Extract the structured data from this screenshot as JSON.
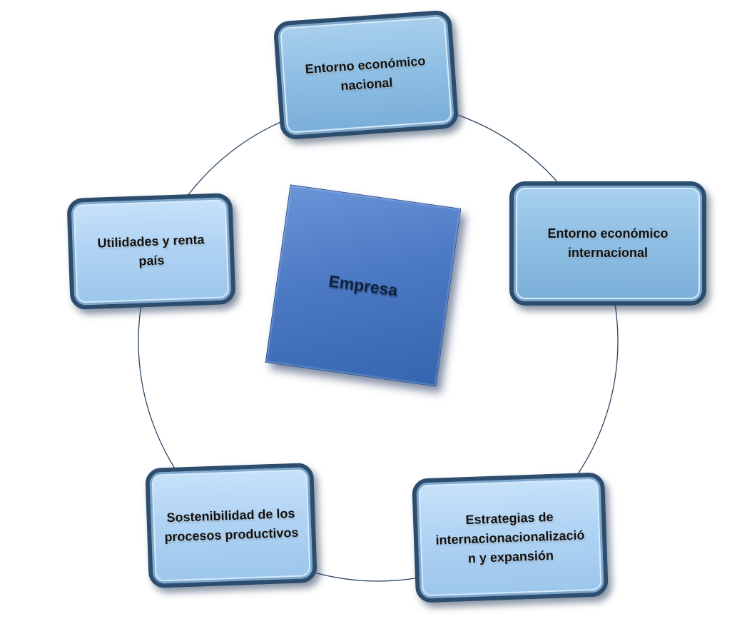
{
  "diagram": {
    "center": {
      "label": "Empresa"
    },
    "nodes": [
      {
        "id": "nacional",
        "line1": "Entorno económico",
        "line2": "nacional"
      },
      {
        "id": "internacional",
        "line1": "Entorno económico",
        "line2": "internacional"
      },
      {
        "id": "estrategias",
        "line1": "Estrategias de",
        "line2": "internacionacionalizació",
        "line3": "n y expansión"
      },
      {
        "id": "sostenibilidad",
        "line1": "Sostenibilidad de los",
        "line2": "procesos productivos"
      },
      {
        "id": "utilidades",
        "line1": "Utilidades y renta país"
      }
    ],
    "colors": {
      "ring_line": "#2b4560",
      "node_border": "#2c4d6d",
      "node_fill": "#a3cdf1",
      "center_fill": "#4c79c4"
    }
  }
}
